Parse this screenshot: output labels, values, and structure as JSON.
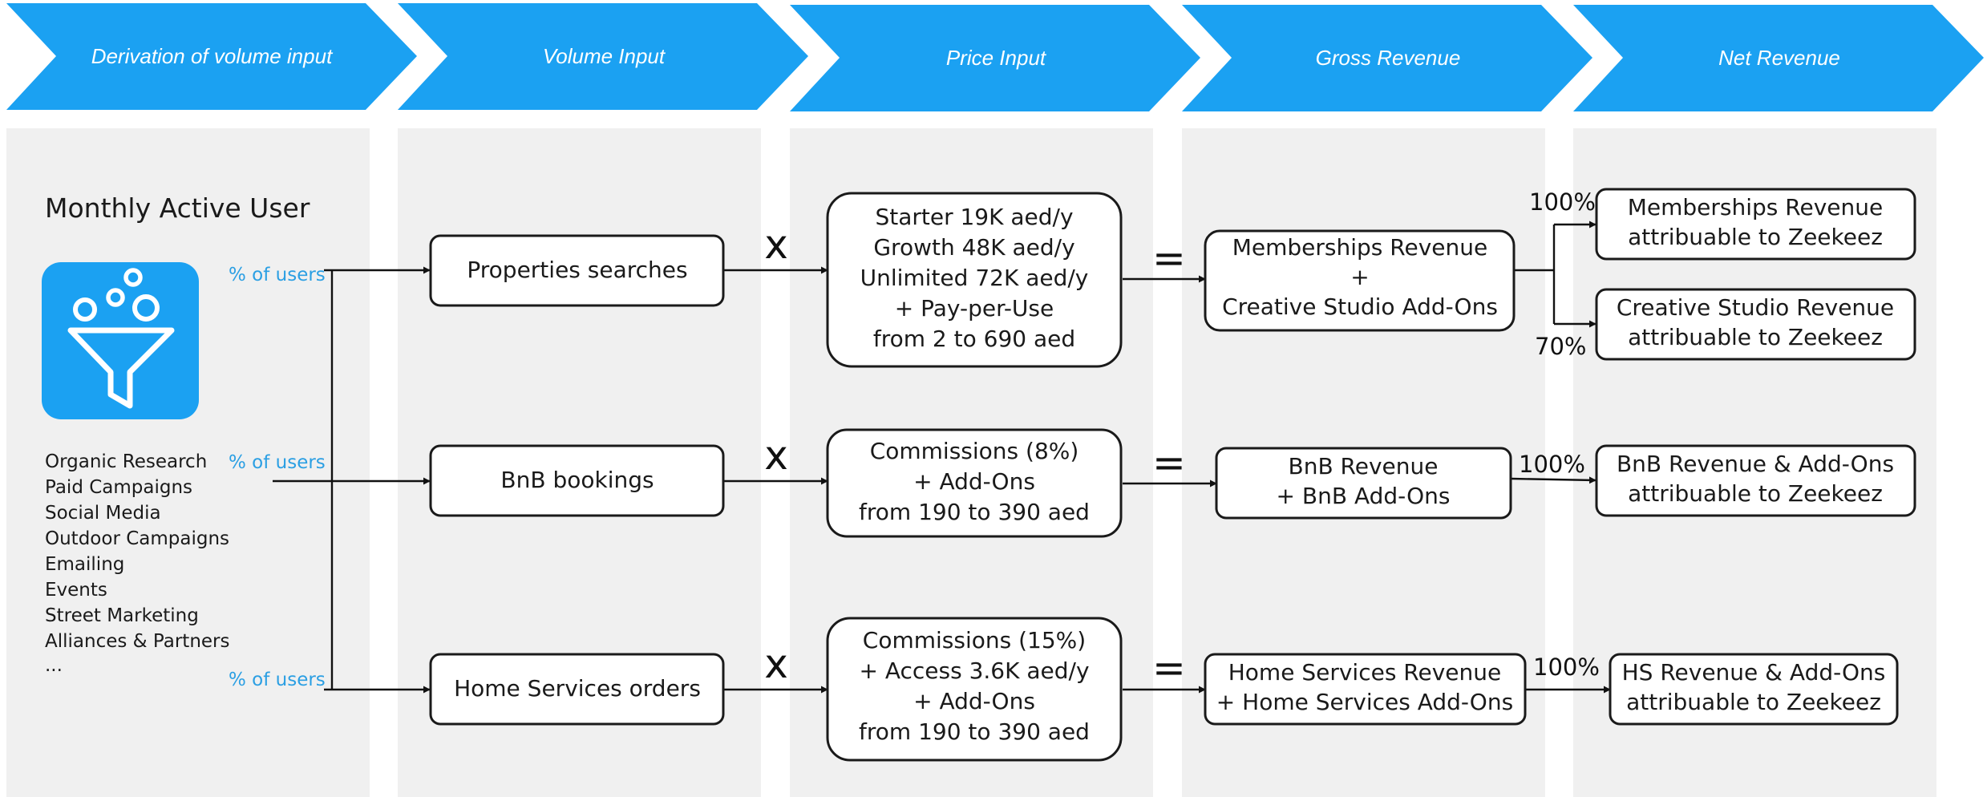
{
  "colors": {
    "accent": "#1ba1f2",
    "panel": "#f0f0f0",
    "pct_text": "#2b9fe3"
  },
  "stages": [
    "Derivation of volume input",
    "Volume Input",
    "Price Input",
    "Gross Revenue",
    "Net Revenue"
  ],
  "derivation": {
    "title": "Monthly Active User",
    "icon": "funnel-icon",
    "channels": [
      "Organic Research",
      "Paid Campaigns",
      "Social Media",
      "Outdoor Campaigns",
      "Emailing",
      "Events",
      "Street Marketing",
      "Alliances & Partners",
      "..."
    ],
    "pct_label": "% of users"
  },
  "volume": [
    "Properties searches",
    "BnB bookings",
    "Home Services orders"
  ],
  "operators": {
    "multiply": "x",
    "equals": "="
  },
  "price": [
    [
      "Starter 19K aed/y",
      "Growth 48K aed/y",
      "Unlimited 72K aed/y",
      "+ Pay-per-Use",
      "from 2 to 690 aed"
    ],
    [
      "Commissions (8%)",
      "+ Add-Ons",
      "from 190 to 390 aed"
    ],
    [
      "Commissions (15%)",
      "+ Access 3.6K aed/y",
      "+ Add-Ons",
      "from 190 to 390 aed"
    ]
  ],
  "gross": [
    [
      "Memberships Revenue",
      "+",
      "Creative Studio Add-Ons"
    ],
    [
      "BnB Revenue",
      "+ BnB Add-Ons"
    ],
    [
      "Home Services Revenue",
      "+ Home Services Add-Ons"
    ]
  ],
  "net": [
    [
      "Memberships Revenue",
      "attribuable to Zeekeez"
    ],
    [
      "Creative Studio Revenue",
      "attribuable to Zeekeez"
    ],
    [
      "BnB Revenue & Add-Ons",
      "attribuable to Zeekeez"
    ],
    [
      "HS Revenue & Add-Ons",
      "attribuable to Zeekeez"
    ]
  ],
  "attribution": [
    "100%",
    "70%",
    "100%",
    "100%"
  ]
}
